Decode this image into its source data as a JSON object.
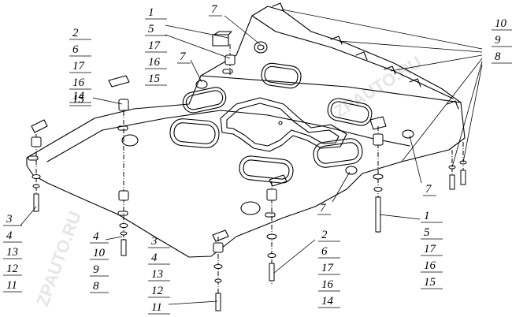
{
  "watermark": "ZPAUTO.RU",
  "callout_groups": [
    {
      "id": "top-center",
      "labels": [
        "1",
        "5",
        "17",
        "16",
        "15"
      ]
    },
    {
      "id": "top-left",
      "labels": [
        "2",
        "6",
        "17",
        "16",
        "15"
      ]
    },
    {
      "id": "top-left-small",
      "labels": [
        "14"
      ]
    },
    {
      "id": "top-right",
      "labels": [
        "10",
        "9",
        "8"
      ]
    },
    {
      "id": "left",
      "labels": [
        "3",
        "4",
        "13",
        "12",
        "11"
      ]
    },
    {
      "id": "left-middle",
      "labels": [
        "4",
        "10",
        "9",
        "8"
      ]
    },
    {
      "id": "bottom-left",
      "labels": [
        "3",
        "4",
        "13",
        "12",
        "11"
      ]
    },
    {
      "id": "bottom-center",
      "labels": [
        "2",
        "6",
        "17",
        "16",
        "14"
      ]
    },
    {
      "id": "right",
      "labels": [
        "1",
        "5",
        "17",
        "16",
        "15"
      ]
    }
  ],
  "single_labels": [
    {
      "id": "seven-top",
      "text": "7"
    },
    {
      "id": "seven-left",
      "text": "7"
    },
    {
      "id": "seven-right",
      "text": "7"
    },
    {
      "id": "seven-bottom",
      "text": "7"
    }
  ]
}
